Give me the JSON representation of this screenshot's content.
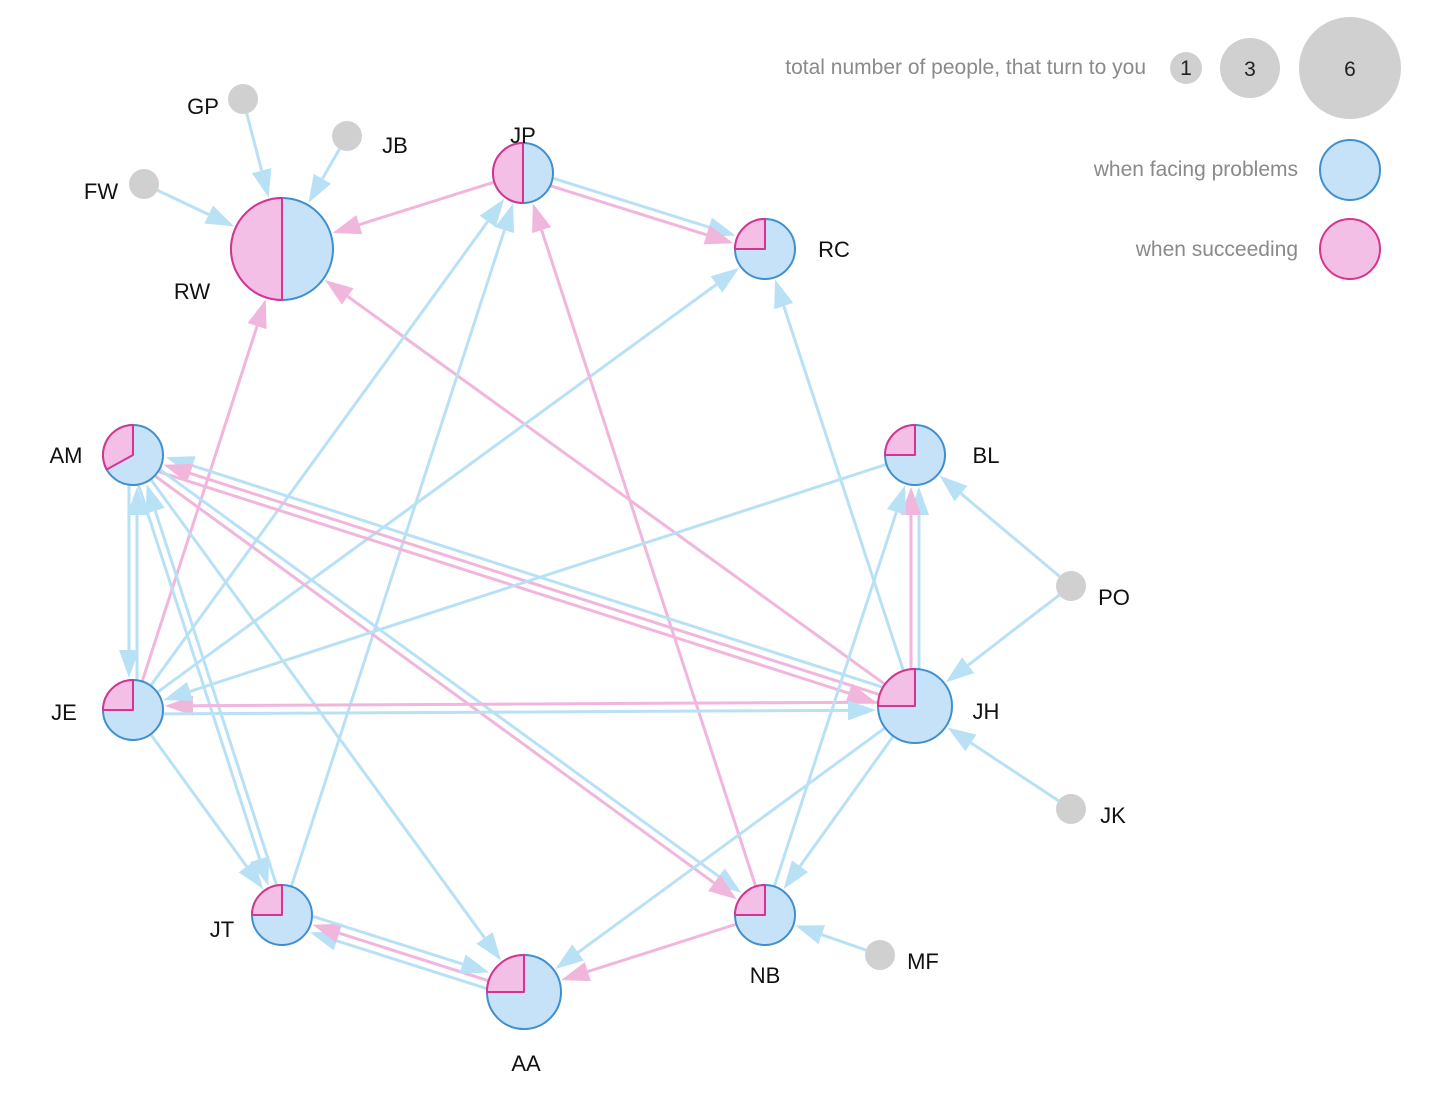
{
  "legend": {
    "size_title": "total number of people, that turn to you",
    "sizes": [
      "1",
      "3",
      "6"
    ],
    "problems_label": "when facing problems",
    "succeeding_label": "when succeeding"
  },
  "colors": {
    "problems_fill": "#c6e2f8",
    "problems_stroke": "#3f8fcf",
    "problems_edge": "#b9e1f5",
    "succeeding_fill": "#f3bfe6",
    "succeeding_stroke": "#d6348f",
    "succeeding_edge": "#f1b6dc",
    "outsider_fill": "#d0d0d0"
  },
  "nodes": [
    {
      "id": "RW",
      "label": "RW",
      "problems": 6,
      "succeeding": 6
    },
    {
      "id": "JP",
      "label": "JP",
      "problems": 1,
      "succeeding": 1
    },
    {
      "id": "RC",
      "label": "RC",
      "problems": 3,
      "succeeding": 1
    },
    {
      "id": "AM",
      "label": "AM",
      "problems": 3,
      "succeeding": 2
    },
    {
      "id": "BL",
      "label": "BL",
      "problems": 3,
      "succeeding": 1
    },
    {
      "id": "JE",
      "label": "JE",
      "problems": 3,
      "succeeding": 1
    },
    {
      "id": "JH",
      "label": "JH",
      "problems": 5,
      "succeeding": 1
    },
    {
      "id": "JT",
      "label": "JT",
      "problems": 3,
      "succeeding": 1
    },
    {
      "id": "AA",
      "label": "AA",
      "problems": 4,
      "succeeding": 1
    },
    {
      "id": "NB",
      "label": "NB",
      "problems": 3,
      "succeeding": 1
    },
    {
      "id": "GP",
      "label": "GP",
      "outsider": true
    },
    {
      "id": "JB",
      "label": "JB",
      "outsider": true
    },
    {
      "id": "FW",
      "label": "FW",
      "outsider": true
    },
    {
      "id": "PO",
      "label": "PO",
      "outsider": true
    },
    {
      "id": "JK",
      "label": "JK",
      "outsider": true
    },
    {
      "id": "MF",
      "label": "MF",
      "outsider": true
    }
  ],
  "edges": [
    {
      "from": "GP",
      "to": "RW",
      "kind": "problems"
    },
    {
      "from": "JB",
      "to": "RW",
      "kind": "problems"
    },
    {
      "from": "FW",
      "to": "RW",
      "kind": "problems"
    },
    {
      "from": "JP",
      "to": "RW",
      "kind": "succeeding"
    },
    {
      "from": "JE",
      "to": "RW",
      "kind": "succeeding"
    },
    {
      "from": "JH",
      "to": "RW",
      "kind": "succeeding"
    },
    {
      "from": "JP",
      "to": "RC",
      "kind": "problems"
    },
    {
      "from": "JP",
      "to": "RC",
      "kind": "succeeding"
    },
    {
      "from": "JE",
      "to": "RC",
      "kind": "problems"
    },
    {
      "from": "JH",
      "to": "RC",
      "kind": "problems"
    },
    {
      "from": "NB",
      "to": "JP",
      "kind": "succeeding"
    },
    {
      "from": "JE",
      "to": "JP",
      "kind": "problems"
    },
    {
      "from": "JT",
      "to": "JP",
      "kind": "problems"
    },
    {
      "from": "JE",
      "to": "AM",
      "kind": "problems"
    },
    {
      "from": "JT",
      "to": "AM",
      "kind": "problems"
    },
    {
      "from": "JH",
      "to": "AM",
      "kind": "problems"
    },
    {
      "from": "JH",
      "to": "AM",
      "kind": "succeeding"
    },
    {
      "from": "AM",
      "to": "JH",
      "kind": "succeeding"
    },
    {
      "from": "AM",
      "to": "JE",
      "kind": "problems"
    },
    {
      "from": "AM",
      "to": "JT",
      "kind": "problems"
    },
    {
      "from": "AM",
      "to": "AA",
      "kind": "problems"
    },
    {
      "from": "AM",
      "to": "NB",
      "kind": "problems"
    },
    {
      "from": "AM",
      "to": "NB",
      "kind": "succeeding"
    },
    {
      "from": "JH",
      "to": "JE",
      "kind": "succeeding"
    },
    {
      "from": "JE",
      "to": "JH",
      "kind": "problems"
    },
    {
      "from": "BL",
      "to": "JE",
      "kind": "problems"
    },
    {
      "from": "JE",
      "to": "JT",
      "kind": "problems"
    },
    {
      "from": "JH",
      "to": "BL",
      "kind": "problems"
    },
    {
      "from": "JH",
      "to": "BL",
      "kind": "succeeding"
    },
    {
      "from": "NB",
      "to": "BL",
      "kind": "problems"
    },
    {
      "from": "PO",
      "to": "BL",
      "kind": "problems"
    },
    {
      "from": "PO",
      "to": "JH",
      "kind": "problems"
    },
    {
      "from": "JK",
      "to": "JH",
      "kind": "problems"
    },
    {
      "from": "JH",
      "to": "NB",
      "kind": "problems"
    },
    {
      "from": "JH",
      "to": "AA",
      "kind": "problems"
    },
    {
      "from": "AA",
      "to": "JT",
      "kind": "problems"
    },
    {
      "from": "AA",
      "to": "JT",
      "kind": "succeeding"
    },
    {
      "from": "JT",
      "to": "AA",
      "kind": "problems"
    },
    {
      "from": "NB",
      "to": "AA",
      "kind": "succeeding"
    },
    {
      "from": "MF",
      "to": "NB",
      "kind": "problems"
    }
  ]
}
